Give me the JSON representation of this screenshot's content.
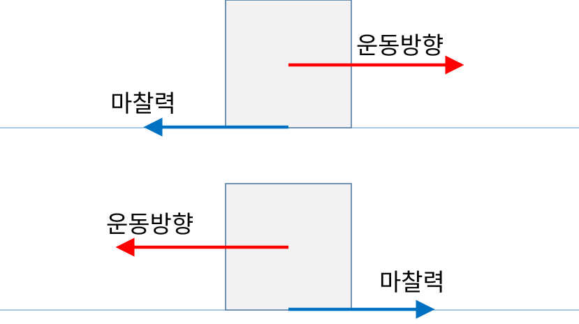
{
  "colors": {
    "motion": "#ff0000",
    "friction": "#0070c0",
    "ground": "#4a90c8",
    "block_fill": "#f2f2f2",
    "block_stroke": "#41719c"
  },
  "panels": [
    {
      "motion_label": "운동방향",
      "friction_label": "마찰력",
      "motion_direction": "right",
      "friction_direction": "left"
    },
    {
      "motion_label": "운동방향",
      "friction_label": "마찰력",
      "motion_direction": "left",
      "friction_direction": "right"
    }
  ]
}
